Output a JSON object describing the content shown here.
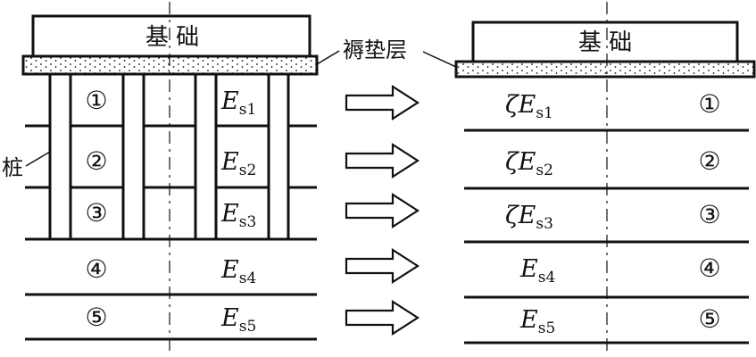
{
  "left": {
    "foundation_label": "基 础",
    "cushion_label": "褥垫层",
    "pile_label": "桩",
    "layers": [
      {
        "num": "①",
        "modulus": "E",
        "sub": "s1"
      },
      {
        "num": "②",
        "modulus": "E",
        "sub": "s2"
      },
      {
        "num": "③",
        "modulus": "E",
        "sub": "s3"
      },
      {
        "num": "④",
        "modulus": "E",
        "sub": "s4"
      },
      {
        "num": "⑤",
        "modulus": "E",
        "sub": "s5"
      }
    ]
  },
  "right": {
    "foundation_label": "基 础",
    "layers": [
      {
        "num": "①",
        "prefix": "ζ",
        "modulus": "E",
        "sub": "s1"
      },
      {
        "num": "②",
        "prefix": "ζ",
        "modulus": "E",
        "sub": "s2"
      },
      {
        "num": "③",
        "prefix": "ζ",
        "modulus": "E",
        "sub": "s3"
      },
      {
        "num": "④",
        "prefix": "",
        "modulus": "E",
        "sub": "s4"
      },
      {
        "num": "⑤",
        "prefix": "",
        "modulus": "E",
        "sub": "s5"
      }
    ]
  },
  "arrows": [
    "arrow-right-icon",
    "arrow-right-icon",
    "arrow-right-icon",
    "arrow-right-icon",
    "arrow-right-icon"
  ]
}
